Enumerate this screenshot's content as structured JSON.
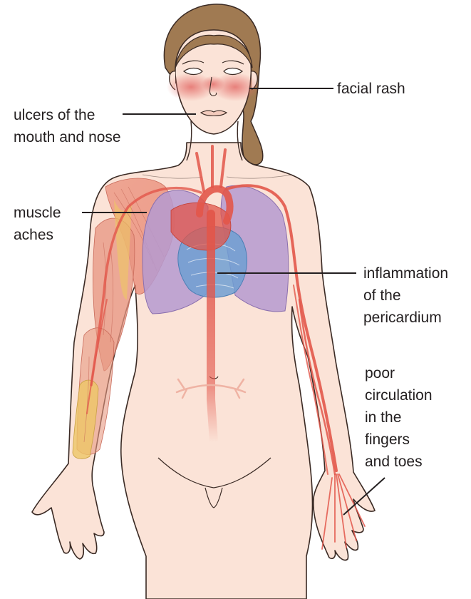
{
  "labels": {
    "facial_rash": "facial rash",
    "ulcers": "ulcers of the\nmouth and nose",
    "muscle_aches": "muscle\naches",
    "pericardium": "inflammation\nof the\npericardium",
    "poor_circulation": "poor\ncirculation\nin the\nfingers\nand toes"
  },
  "colors": {
    "skin": "#fbe3d7",
    "outline": "#3a2a24",
    "hair": "#a07a52",
    "rash": "#e8908a",
    "vessels": "#e2564a",
    "lungs": "#b59ad0",
    "pericardium": "#6f9fd2",
    "muscle": "#e7a08a",
    "tendon": "#eec567",
    "leader_line": "#231f20"
  }
}
